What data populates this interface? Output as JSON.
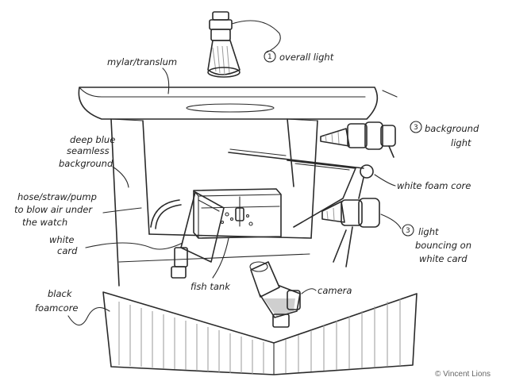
{
  "labels": {
    "overall_light_num": "1",
    "overall_light": "overall light",
    "mylar": "mylar/translum",
    "background_light_num": "3",
    "background_light_1": "background",
    "background_light_2": "light",
    "deep_blue_1": "deep blue",
    "deep_blue_2": "seamless",
    "deep_blue_3": "background",
    "hose_1": "hose/straw/pump",
    "hose_2": "to blow air under",
    "hose_3": "the watch",
    "white_foam_core": "white foam core",
    "white_card_1": "white",
    "white_card_2": "card",
    "light_bouncing_num": "3",
    "light_bouncing_1": "light",
    "light_bouncing_2": "bouncing on",
    "light_bouncing_3": "white card",
    "fish_tank": "fish tank",
    "black_foam_1": "black",
    "black_foam_2": "foamcore",
    "camera": "camera",
    "copyright": "© Vincent Lions"
  }
}
